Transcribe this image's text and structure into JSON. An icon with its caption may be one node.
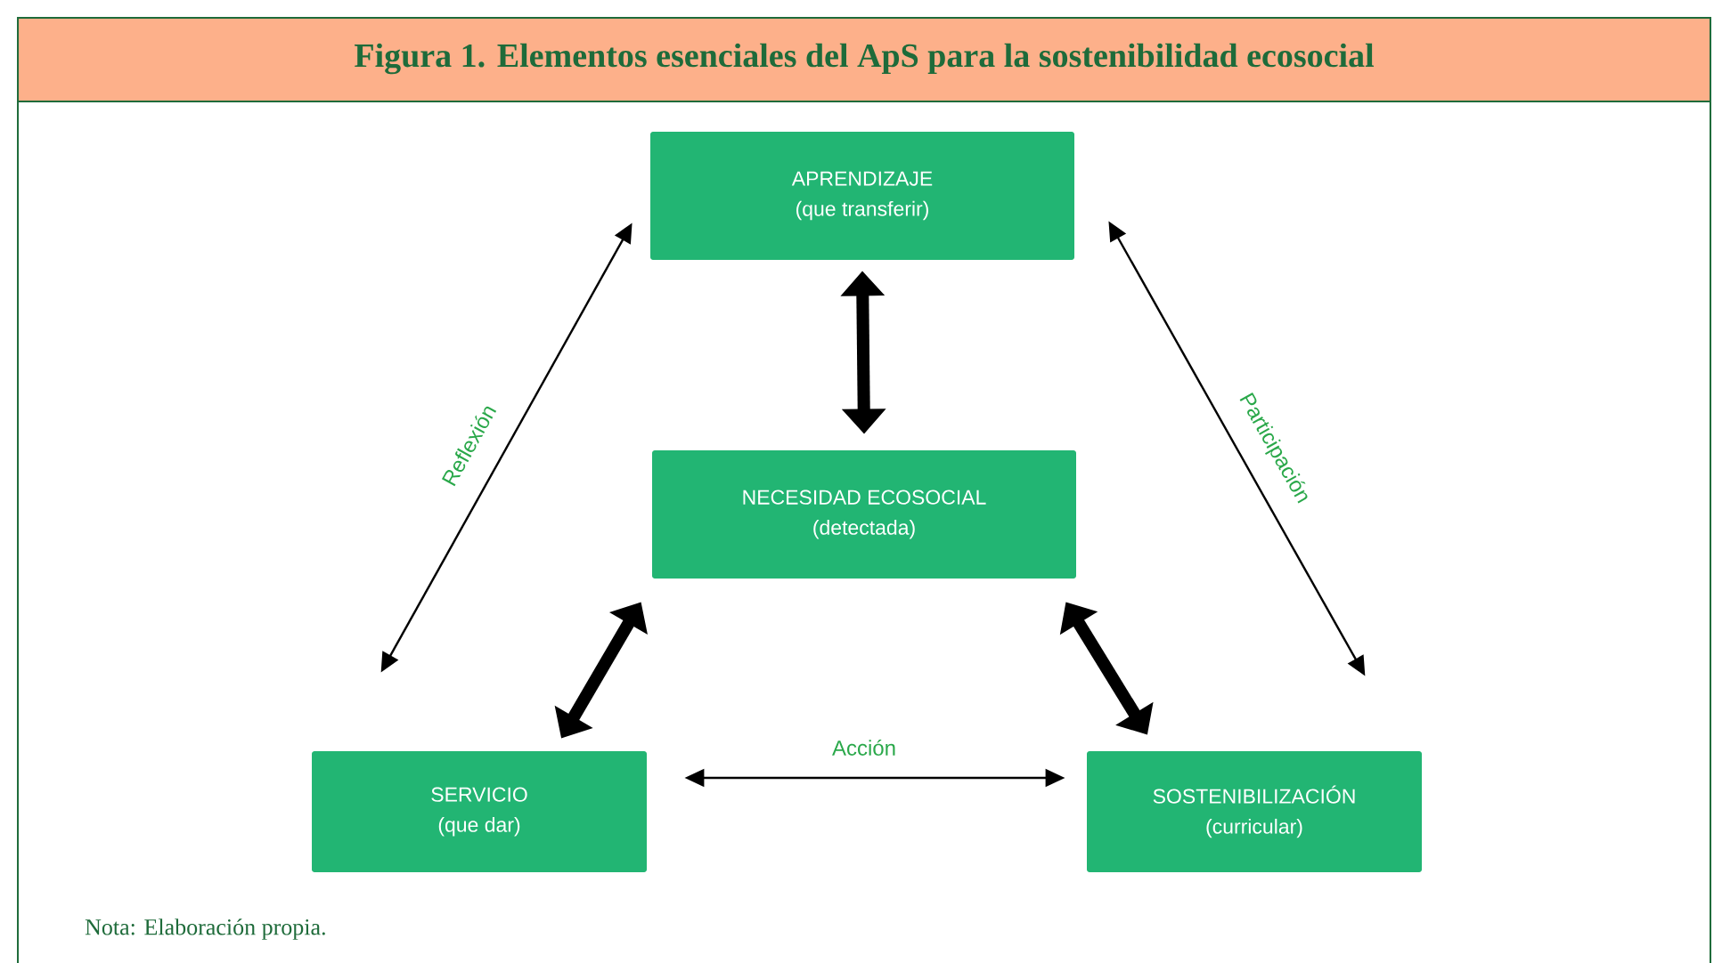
{
  "diagram": {
    "title": "Figura 1. Elementos esenciales del ApS para la sostenibilidad ecosocial",
    "caption": "Nota: Elaboración propia.",
    "nodes": [
      {
        "text": [
          "APRENDIZAJE",
          "(que transferir)"
        ]
      },
      {
        "text": [
          "NECESIDAD ECOSOCIAL",
          "(detectada)"
        ]
      },
      {
        "text": [
          "SERVICIO",
          "(que dar)"
        ]
      },
      {
        "text": [
          "SOSTENIBILIZACIÓN",
          "(curricular)"
        ]
      }
    ],
    "edges": [
      {
        "from": 0,
        "to": 1,
        "arrow": "both",
        "style": "thick"
      },
      {
        "from": 1,
        "to": 2,
        "arrow": "both",
        "style": "thick"
      },
      {
        "from": 1,
        "to": 3,
        "arrow": "both",
        "style": "thick"
      },
      {
        "from": 0,
        "to": 2,
        "arrow": "both",
        "label": "Reflexión"
      },
      {
        "from": 0,
        "to": 3,
        "arrow": "both",
        "label": "Participación"
      },
      {
        "from": 2,
        "to": 3,
        "arrow": "both",
        "label": "Acción"
      }
    ]
  }
}
